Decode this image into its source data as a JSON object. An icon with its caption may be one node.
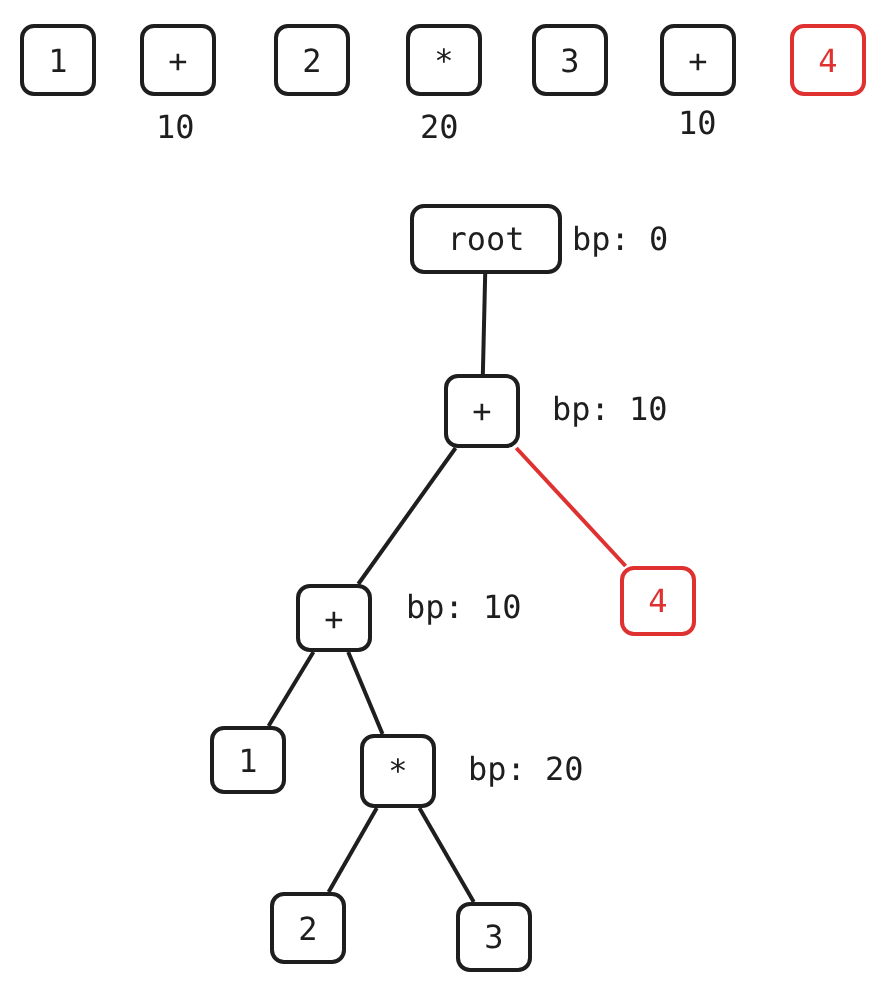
{
  "diagram": {
    "nodes": [
      {
        "text": [
          "1"
        ]
      },
      {
        "text": [
          "+"
        ],
        "beside": [
          "10"
        ]
      },
      {
        "text": [
          "2"
        ]
      },
      {
        "text": [
          "*"
        ],
        "beside": [
          "20"
        ]
      },
      {
        "text": [
          "3"
        ]
      },
      {
        "text": [
          "+"
        ],
        "beside": [
          "10"
        ]
      },
      {
        "text": [
          "4"
        ]
      },
      {
        "text": [
          "root"
        ],
        "beside": [
          "bp: 0"
        ]
      },
      {
        "text": [
          "+"
        ],
        "beside": [
          "bp: 10"
        ]
      },
      {
        "text": [
          "+"
        ],
        "beside": [
          "bp: 10"
        ]
      },
      {
        "text": [
          "4"
        ]
      },
      {
        "text": [
          "1"
        ]
      },
      {
        "text": [
          "*"
        ],
        "beside": [
          "bp: 20"
        ]
      },
      {
        "text": [
          "2"
        ]
      },
      {
        "text": [
          "3"
        ]
      }
    ],
    "edges": [
      {
        "from": 7,
        "to": 8,
        "arrow": "none"
      },
      {
        "from": 8,
        "to": 9,
        "arrow": "none"
      },
      {
        "from": 8,
        "to": 10,
        "arrow": "none",
        "color": "#e03131"
      },
      {
        "from": 9,
        "to": 11,
        "arrow": "none"
      },
      {
        "from": 9,
        "to": 12,
        "arrow": "none"
      },
      {
        "from": 12,
        "to": 13,
        "arrow": "none"
      },
      {
        "from": 12,
        "to": 14,
        "arrow": "none"
      }
    ]
  }
}
